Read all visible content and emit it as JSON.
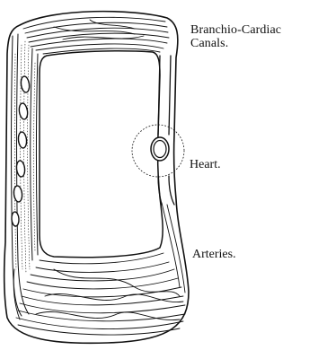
{
  "labels": {
    "canals_line1": "Branchio-Cardiac",
    "canals_line2": "Canals.",
    "heart": "Heart.",
    "arteries": "Arteries."
  },
  "colors": {
    "ink": "#111111",
    "paper": "#ffffff"
  }
}
